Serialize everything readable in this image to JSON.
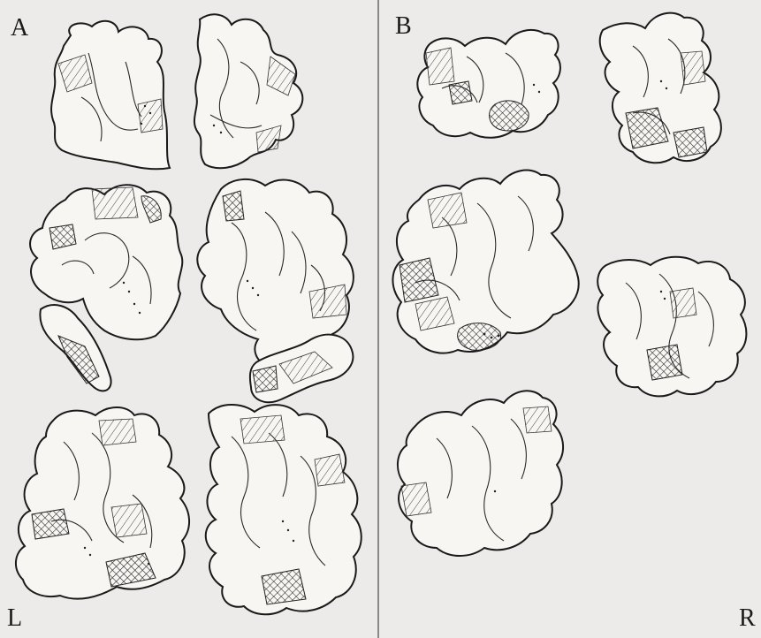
{
  "labels": {
    "panel_a": "A",
    "panel_b": "B",
    "left": "L",
    "right": "R"
  },
  "colors": {
    "paper": "#ecebea",
    "ink": "#1a1a1a",
    "divider": "#555555"
  },
  "sections": {
    "panel_a": [
      "section-a1",
      "section-a2",
      "section-a3",
      "section-a4",
      "section-a5",
      "section-a6"
    ],
    "panel_b": [
      "section-b1",
      "section-b2",
      "section-b3",
      "section-b4",
      "section-b5"
    ]
  }
}
